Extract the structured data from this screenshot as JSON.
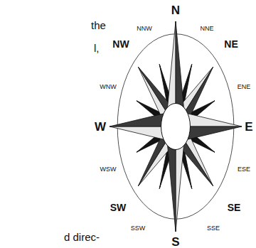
{
  "diagram": {
    "labels": [
      "the",
      "l,",
      "N",
      "NNW",
      "NNE",
      "NW",
      "NE",
      "WNW",
      "ENE",
      "W",
      "E",
      "WSW",
      "ESE",
      "SW",
      "SE",
      "SSW",
      "SSE",
      "S",
      "d direc-"
    ]
  }
}
